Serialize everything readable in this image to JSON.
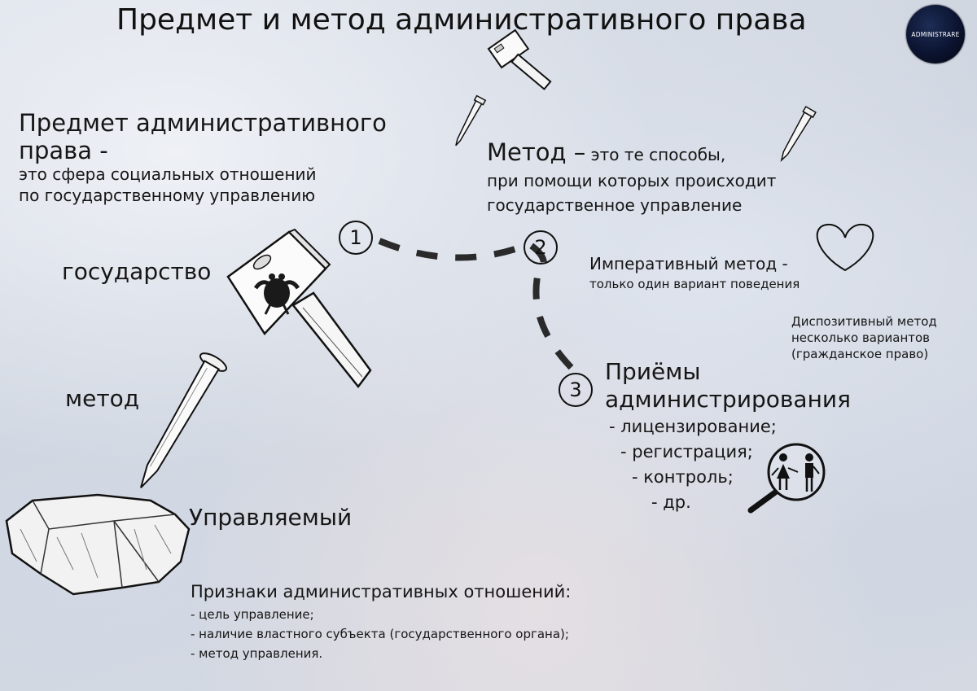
{
  "title": "Предмет и метод административного права",
  "logo": {
    "label": "ADMINISTRARE"
  },
  "subject": {
    "heading_line1": "Предмет административного",
    "heading_line2": "права -",
    "desc_line1": "это сфера социальных отношений",
    "desc_line2": "по государственному управлению"
  },
  "method": {
    "heading": "Метод –",
    "desc_line1": " это те способы,",
    "desc_line2": "при помощи которых происходит",
    "desc_line3": "государственное управление"
  },
  "labels": {
    "state": "государство",
    "method": "метод",
    "managed": "Управляемый"
  },
  "steps": {
    "one": "1",
    "two": "2",
    "three": "3"
  },
  "imperative": {
    "title": "Императивный метод -",
    "desc": "только один вариант поведения"
  },
  "dispositive": {
    "line1": "Диспозитивный метод",
    "line2": "несколько вариантов",
    "line3": "(гражданское право)"
  },
  "techniques": {
    "title_line1": "Приёмы",
    "title_line2": "администрирования",
    "items": [
      "- лицензирование;",
      "- регистрация;",
      "- контроль;",
      "- др."
    ]
  },
  "signs": {
    "title": "Признаки административных отношений:",
    "items": [
      "- цель управление;",
      "- наличие властного субъекта (государственного органа);",
      "- метод управления."
    ]
  },
  "icons": {
    "small_hammer": "hammer-icon",
    "nail_small": "nail-icon",
    "nail_right": "nail-icon",
    "big_hammer": "hammer-with-emblem-icon",
    "big_nail": "nail-icon",
    "rock": "rock-icon",
    "heart": "heart-outline-icon",
    "magnifier": "magnifier-children-icon"
  },
  "colors": {
    "ink": "#161616",
    "logo_bg": "#0b1330"
  }
}
